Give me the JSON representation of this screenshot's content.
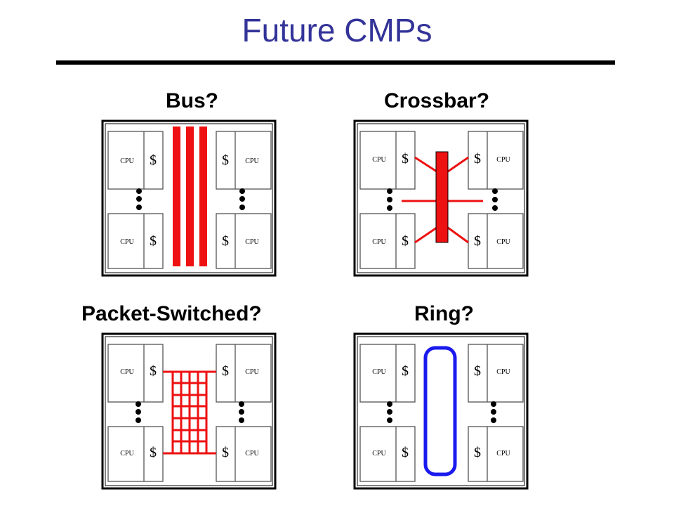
{
  "slide": {
    "title": "Future CMPs"
  },
  "panels": [
    {
      "id": "bus",
      "label": "Bus?"
    },
    {
      "id": "crossbar",
      "label": "Crossbar?"
    },
    {
      "id": "packet",
      "label": "Packet-Switched?"
    },
    {
      "id": "ring",
      "label": "Ring?"
    }
  ],
  "cell": {
    "cpu_label": "CPU",
    "cache_label": "$"
  },
  "colors": {
    "title": "#333399",
    "interconnect_red": "#ee1111",
    "ring_blue": "#1a1aee"
  }
}
